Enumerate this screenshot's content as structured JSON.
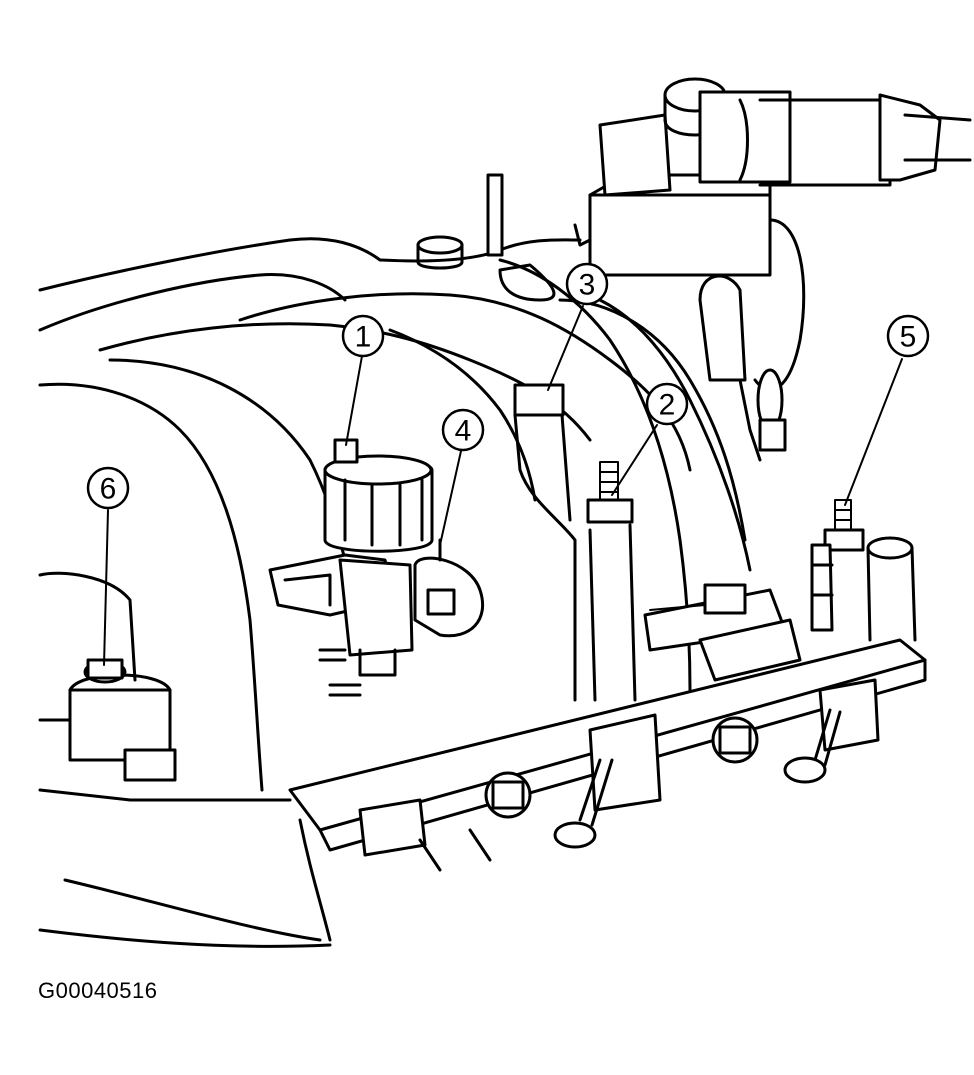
{
  "figure_id": "G00040516",
  "callouts": [
    {
      "label": "1"
    },
    {
      "label": "2"
    },
    {
      "label": "3"
    },
    {
      "label": "4"
    },
    {
      "label": "5"
    },
    {
      "label": "6"
    }
  ]
}
